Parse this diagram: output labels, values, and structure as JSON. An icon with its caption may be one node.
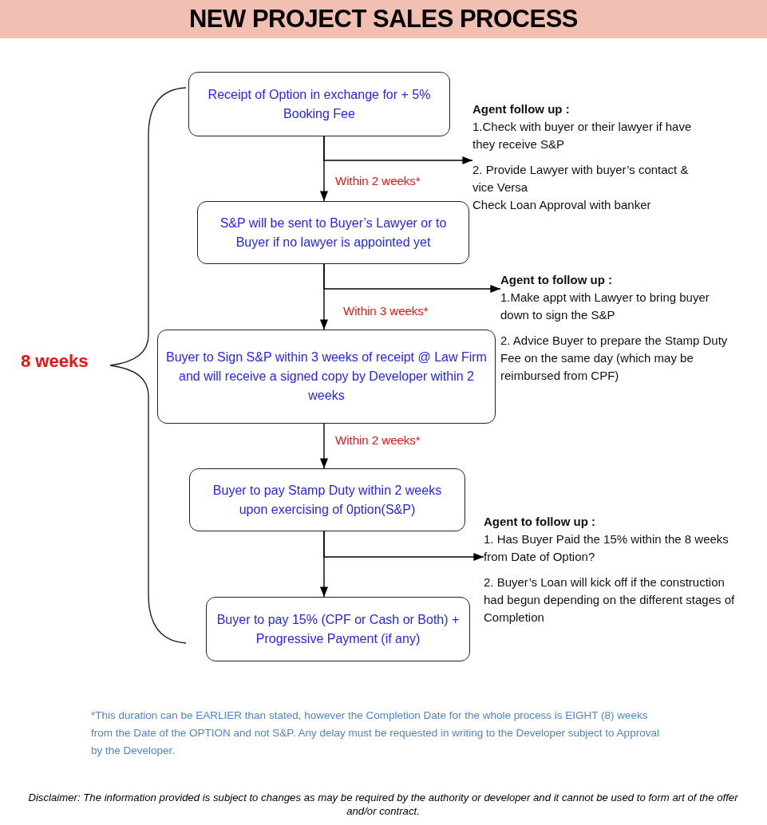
{
  "diagram": {
    "title": "NEW PROJECT SALES PROCESS",
    "nodes": [
      {
        "text": [
          "Receipt of Option in exchange for + 5% Booking Fee"
        ]
      },
      {
        "text": [
          "S&P will be sent to Buyer’s Lawyer or to Buyer if no lawyer is appointed yet"
        ]
      },
      {
        "text": [
          "Buyer to Sign S&P within 3 weeks of receipt @ Law Firm and will receive a signed copy by Developer within 2 weeks"
        ]
      },
      {
        "text": [
          "Buyer to pay Stamp Duty within 2 weeks upon exercising of 0ption(S&P)"
        ]
      },
      {
        "text": [
          "Buyer to pay 15% (CPF or Cash or Both) + Progressive Payment (if any)"
        ]
      },
      {
        "text": [
          "Agent follow up :",
          "1.Check with buyer or their lawyer if have they receive S&P",
          "2. Provide Lawyer with buyer’s contact & vice Versa",
          "Check Loan Approval with banker"
        ]
      },
      {
        "text": [
          "Agent to follow up :",
          "1.Make appt with Lawyer to bring buyer down to sign the S&P",
          "2. Advice Buyer to prepare the Stamp Duty Fee on the same day (which may be reimbursed from CPF)"
        ]
      },
      {
        "text": [
          "Agent to follow up :",
          "1. Has Buyer Paid the 15% within the 8 weeks from Date of Option?",
          "2. Buyer’s Loan will kick off if the construction had begun depending on the different stages of Completion"
        ]
      }
    ],
    "edges": [
      {
        "from": 0,
        "to": 1,
        "arrow": "to",
        "label": "Within 2 weeks*"
      },
      {
        "from": 0,
        "to": 5,
        "arrow": "to"
      },
      {
        "from": 1,
        "to": 2,
        "arrow": "to",
        "label": "Within 3 weeks*"
      },
      {
        "from": 1,
        "to": 6,
        "arrow": "to"
      },
      {
        "from": 2,
        "to": 3,
        "arrow": "to",
        "label": "Within 2 weeks*"
      },
      {
        "from": 3,
        "to": 4,
        "arrow": "to"
      },
      {
        "from": 3,
        "to": 7,
        "arrow": "to"
      }
    ],
    "labels": [
      "8 weeks",
      "*This duration can be EARLIER than stated, however the Completion Date for the whole process is EIGHT (8) weeks from the Date of the OPTION and not S&P. Any delay must be requested in writing to the Developer subject to Approval by the Developer.",
      "Disclaimer: The information provided is subject to changes as may be required by the authority or developer and it cannot be used to form art of the offer and/or contract."
    ]
  }
}
